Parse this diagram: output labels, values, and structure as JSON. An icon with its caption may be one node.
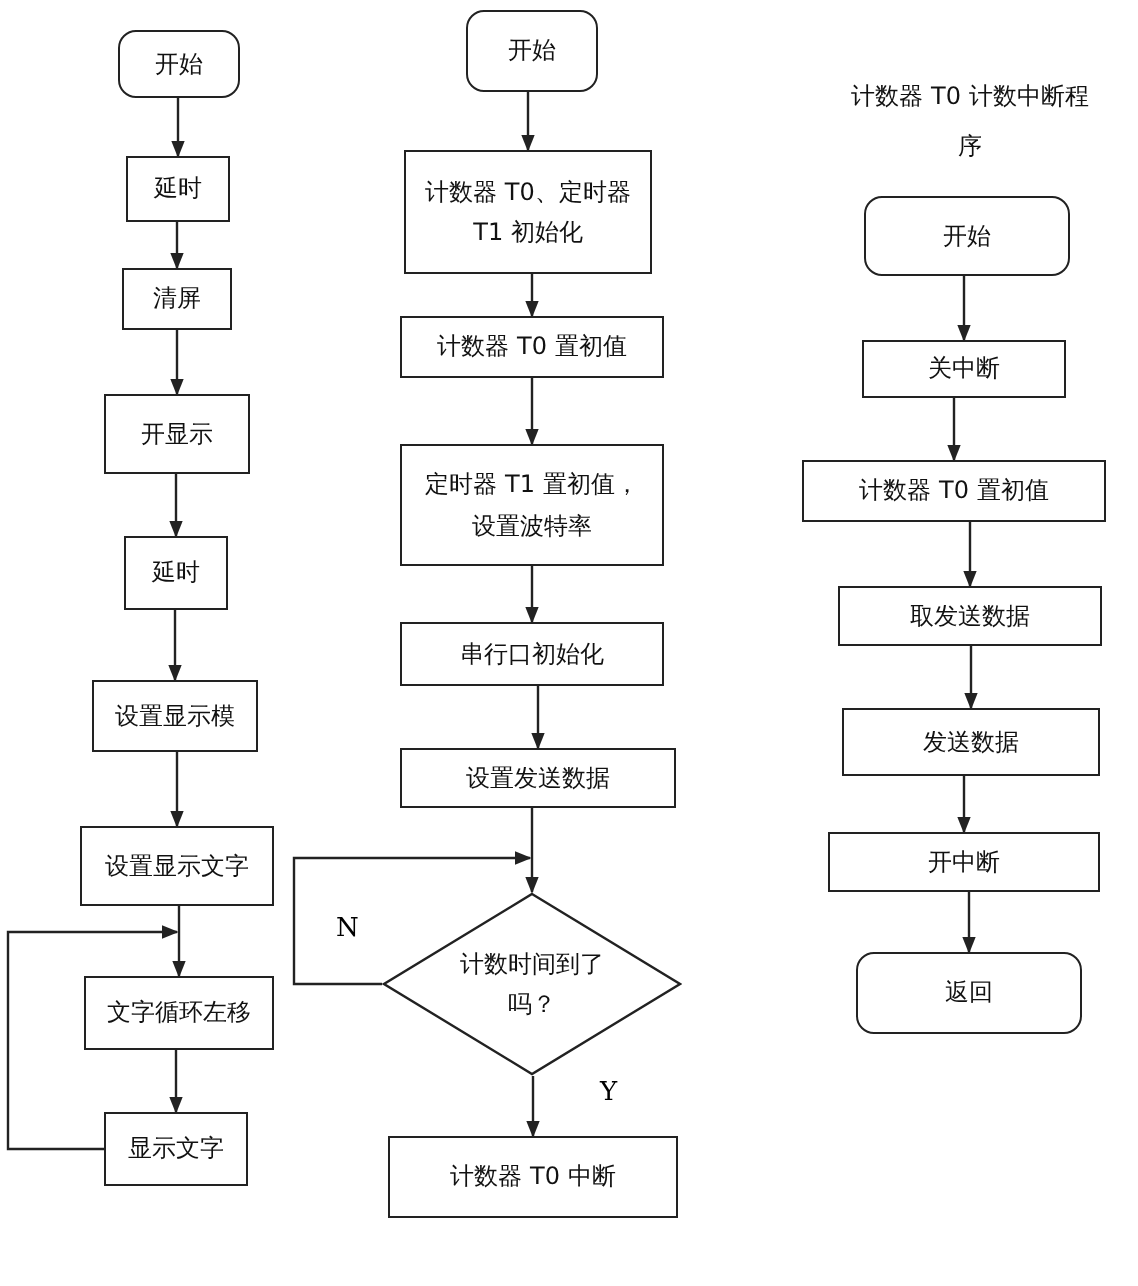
{
  "diagram": {
    "nodes": [
      {
        "text": [
          "开始"
        ]
      },
      {
        "text": [
          "延时"
        ]
      },
      {
        "text": [
          "清屏"
        ]
      },
      {
        "text": [
          "开显示"
        ]
      },
      {
        "text": [
          "延时"
        ]
      },
      {
        "text": [
          "设置显示模"
        ]
      },
      {
        "text": [
          "设置显示文字"
        ]
      },
      {
        "text": [
          "文字循环左移"
        ]
      },
      {
        "text": [
          "显示文字"
        ]
      },
      {
        "text": [
          "开始"
        ]
      },
      {
        "text": [
          "计数器 T0、定时器 T1 初始化"
        ]
      },
      {
        "text": [
          "计数器 T0 置初值"
        ]
      },
      {
        "text": [
          "定时器 T1 置初值，设置波特率"
        ]
      },
      {
        "text": [
          "串行口初始化"
        ]
      },
      {
        "text": [
          "设置发送数据"
        ]
      },
      {
        "text": [
          "计数时间到了吗？"
        ]
      },
      {
        "text": [
          "计数器 T0 中断"
        ]
      },
      {
        "text": [
          "开始"
        ]
      },
      {
        "text": [
          "关中断"
        ]
      },
      {
        "text": [
          "计数器 T0 置初值"
        ]
      },
      {
        "text": [
          "取发送数据"
        ]
      },
      {
        "text": [
          "发送数据"
        ]
      },
      {
        "text": [
          "开中断"
        ]
      },
      {
        "text": [
          "返回"
        ]
      }
    ],
    "edges": [
      {
        "from": 0,
        "to": 1,
        "arrow": "to"
      },
      {
        "from": 1,
        "to": 2,
        "arrow": "to"
      },
      {
        "from": 2,
        "to": 3,
        "arrow": "to"
      },
      {
        "from": 3,
        "to": 4,
        "arrow": "to"
      },
      {
        "from": 4,
        "to": 5,
        "arrow": "to"
      },
      {
        "from": 5,
        "to": 6,
        "arrow": "to"
      },
      {
        "from": 6,
        "to": 7,
        "arrow": "to"
      },
      {
        "from": 7,
        "to": 8,
        "arrow": "to"
      },
      {
        "from": 8,
        "to": 7,
        "arrow": "to"
      },
      {
        "from": 9,
        "to": 10,
        "arrow": "to"
      },
      {
        "from": 10,
        "to": 11,
        "arrow": "to"
      },
      {
        "from": 11,
        "to": 12,
        "arrow": "to"
      },
      {
        "from": 12,
        "to": 13,
        "arrow": "to"
      },
      {
        "from": 13,
        "to": 14,
        "arrow": "to"
      },
      {
        "from": 14,
        "to": 15,
        "arrow": "to"
      },
      {
        "from": 15,
        "to": 15,
        "arrow": "to",
        "label": "N"
      },
      {
        "from": 15,
        "to": 16,
        "arrow": "to",
        "label": "Y"
      },
      {
        "from": 17,
        "to": 18,
        "arrow": "to"
      },
      {
        "from": 18,
        "to": 19,
        "arrow": "to"
      },
      {
        "from": 19,
        "to": 20,
        "arrow": "to"
      },
      {
        "from": 20,
        "to": 21,
        "arrow": "to"
      },
      {
        "from": 21,
        "to": 22,
        "arrow": "to"
      },
      {
        "from": 22,
        "to": 23,
        "arrow": "to"
      }
    ],
    "labels": [
      "计数器 T0 计数中断程序"
    ]
  }
}
